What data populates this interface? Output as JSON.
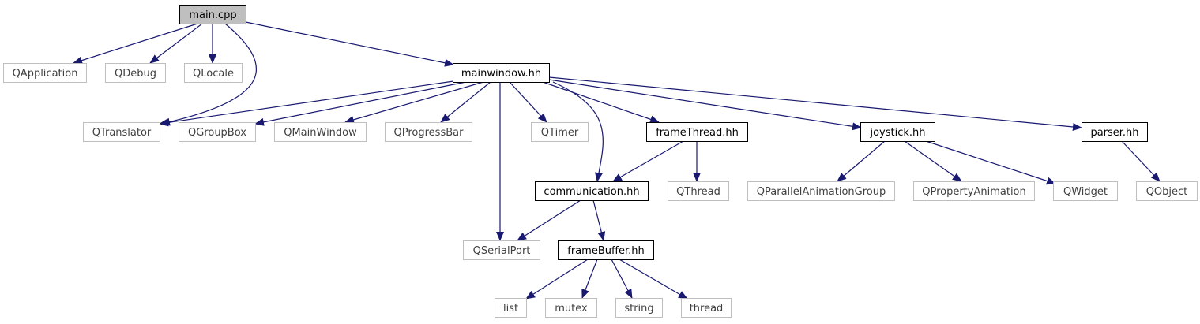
{
  "diagram": {
    "nodes": [
      {
        "id": "main",
        "label": "main.cpp",
        "kind": "root"
      },
      {
        "id": "qapplication",
        "label": "QApplication",
        "kind": "external"
      },
      {
        "id": "qdebug",
        "label": "QDebug",
        "kind": "external"
      },
      {
        "id": "qlocale",
        "label": "QLocale",
        "kind": "external"
      },
      {
        "id": "mainwindow",
        "label": "mainwindow.hh",
        "kind": "project"
      },
      {
        "id": "qtranslator",
        "label": "QTranslator",
        "kind": "external"
      },
      {
        "id": "qgroupbox",
        "label": "QGroupBox",
        "kind": "external"
      },
      {
        "id": "qmainwindow",
        "label": "QMainWindow",
        "kind": "external"
      },
      {
        "id": "qprogressbar",
        "label": "QProgressBar",
        "kind": "external"
      },
      {
        "id": "qtimer",
        "label": "QTimer",
        "kind": "external"
      },
      {
        "id": "framethread",
        "label": "frameThread.hh",
        "kind": "project"
      },
      {
        "id": "joystick",
        "label": "joystick.hh",
        "kind": "project"
      },
      {
        "id": "parser",
        "label": "parser.hh",
        "kind": "project"
      },
      {
        "id": "communication",
        "label": "communication.hh",
        "kind": "project"
      },
      {
        "id": "qthread",
        "label": "QThread",
        "kind": "external"
      },
      {
        "id": "qparallel",
        "label": "QParallelAnimationGroup",
        "kind": "external"
      },
      {
        "id": "qpropanim",
        "label": "QPropertyAnimation",
        "kind": "external"
      },
      {
        "id": "qwidget",
        "label": "QWidget",
        "kind": "external"
      },
      {
        "id": "qobject",
        "label": "QObject",
        "kind": "external"
      },
      {
        "id": "qserialport",
        "label": "QSerialPort",
        "kind": "external"
      },
      {
        "id": "framebuffer",
        "label": "frameBuffer.hh",
        "kind": "project"
      },
      {
        "id": "list",
        "label": "list",
        "kind": "external"
      },
      {
        "id": "mutex",
        "label": "mutex",
        "kind": "external"
      },
      {
        "id": "string",
        "label": "string",
        "kind": "external"
      },
      {
        "id": "thread",
        "label": "thread",
        "kind": "external"
      }
    ],
    "edges": [
      [
        "main",
        "qapplication"
      ],
      [
        "main",
        "qdebug"
      ],
      [
        "main",
        "qlocale"
      ],
      [
        "main",
        "qtranslator"
      ],
      [
        "main",
        "mainwindow"
      ],
      [
        "mainwindow",
        "qtranslator"
      ],
      [
        "mainwindow",
        "qgroupbox"
      ],
      [
        "mainwindow",
        "qmainwindow"
      ],
      [
        "mainwindow",
        "qprogressbar"
      ],
      [
        "mainwindow",
        "qtimer"
      ],
      [
        "mainwindow",
        "communication"
      ],
      [
        "mainwindow",
        "qserialport"
      ],
      [
        "mainwindow",
        "framethread"
      ],
      [
        "mainwindow",
        "joystick"
      ],
      [
        "mainwindow",
        "parser"
      ],
      [
        "framethread",
        "communication"
      ],
      [
        "framethread",
        "qthread"
      ],
      [
        "communication",
        "qserialport"
      ],
      [
        "communication",
        "framebuffer"
      ],
      [
        "framebuffer",
        "list"
      ],
      [
        "framebuffer",
        "mutex"
      ],
      [
        "framebuffer",
        "string"
      ],
      [
        "framebuffer",
        "thread"
      ],
      [
        "joystick",
        "qparallel"
      ],
      [
        "joystick",
        "qpropanim"
      ],
      [
        "joystick",
        "qwidget"
      ],
      [
        "parser",
        "qobject"
      ]
    ]
  },
  "colors": {
    "edge": "#191970",
    "project_border": "#000000",
    "external_border": "#bfbfbf",
    "external_text": "#404040",
    "root_fill": "#bfbfbf",
    "node_fill": "#ffffff",
    "text": "#000000"
  }
}
